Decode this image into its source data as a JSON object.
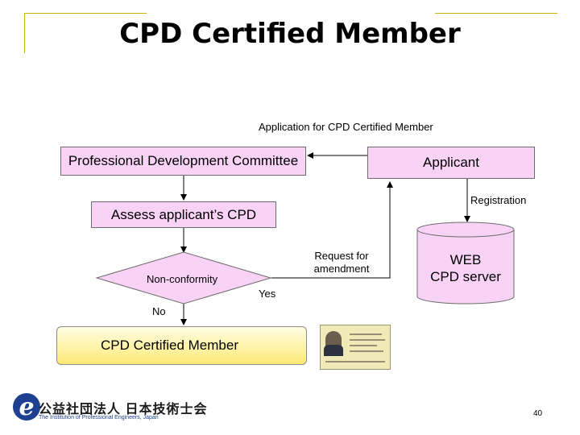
{
  "title": "CPD Certified Member",
  "flow": {
    "application_label": "Application for CPD Certified Member",
    "committee_box": "Professional Development Committee",
    "applicant_box": "Applicant",
    "registration_label": "Registration",
    "assess_box": "Assess applicant’s CPD",
    "request_label_line1": "Request for",
    "request_label_line2": "amendment",
    "decision_label": "Non-conformity",
    "yes_label": "Yes",
    "no_label": "No",
    "server_line1": "WEB",
    "server_line2": "CPD server",
    "result_box": "CPD Certified Member"
  },
  "footer": {
    "org_name_jp": "公益社団法人 日本技術士会",
    "org_name_en": "The Institution of Professional Engineers, Japan",
    "page_number": "40"
  },
  "colors": {
    "accent_rule": "#c6b400",
    "box_fill": "#f9d3f6",
    "result_fill": "#fff3a8",
    "logo_blue": "#1f3f91"
  }
}
